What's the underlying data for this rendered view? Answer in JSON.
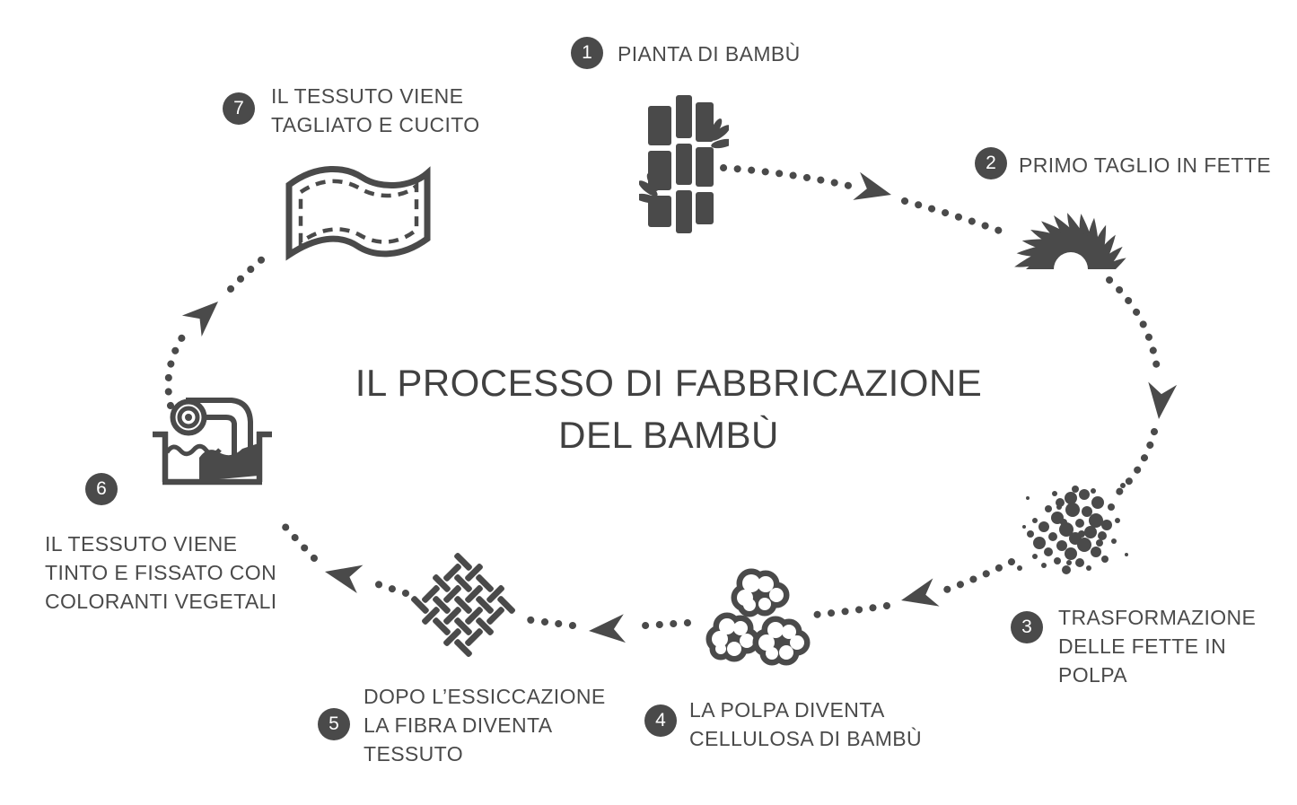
{
  "palette": {
    "ink": "#4a4a4a",
    "paper": "#ffffff"
  },
  "title": {
    "line1": "IL PROCESSO DI FABBRICAZIONE",
    "line2": "DEL BAMBÙ"
  },
  "steps": [
    {
      "number": "1",
      "icon": "bamboo-plant",
      "label": "PIANTA DI BAMBÙ",
      "lines": [
        "PIANTA DI BAMBÙ"
      ]
    },
    {
      "number": "2",
      "icon": "circular-saw",
      "label": "PRIMO TAGLIO IN FETTE",
      "lines": [
        "PRIMO TAGLIO IN FETTE"
      ]
    },
    {
      "number": "3",
      "icon": "pulp-cluster",
      "label": "TRASFORMAZIONE DELLE FETTE IN POLPA",
      "lines": [
        "TRASFORMAZIONE",
        "DELLE FETTE IN",
        "POLPA"
      ]
    },
    {
      "number": "4",
      "icon": "cellulose-clouds",
      "label": "LA POLPA DIVENTA CELLULOSA DI BAMBÙ",
      "lines": [
        "LA POLPA DIVENTA",
        "CELLULOSA DI BAMBÙ"
      ]
    },
    {
      "number": "5",
      "icon": "woven-fabric",
      "label": "DOPO L’ESSICCAZIONE LA FIBRA DIVENTA TESSUTO",
      "lines": [
        "DOPO L’ESSICCAZIONE",
        "LA FIBRA DIVENTA",
        "TESSUTO"
      ]
    },
    {
      "number": "6",
      "icon": "dye-vat",
      "label": "IL TESSUTO VIENE TINTO E FISSATO CON COLORANTI VEGETALI",
      "lines": [
        "IL TESSUTO VIENE",
        "TINTO E FISSATO CON",
        "COLORANTI VEGETALI"
      ]
    },
    {
      "number": "7",
      "icon": "cut-sewn-fabric",
      "label": "IL TESSUTO VIENE TAGLIATO E CUCITO",
      "lines": [
        "IL TESSUTO VIENE",
        "TAGLIATO E CUCITO"
      ]
    }
  ]
}
